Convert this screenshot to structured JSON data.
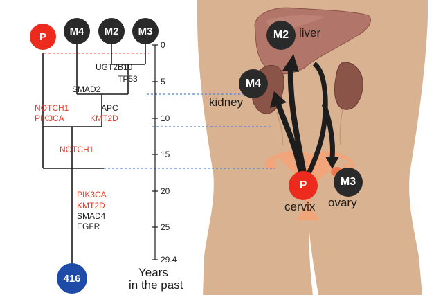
{
  "colors": {
    "body": "#d9b391",
    "red": "#ec2a1e",
    "dark": "#2a2a2a",
    "blue": "#1e4aa8",
    "gene_red": "#e53b2a",
    "dashed_red": "#f07070",
    "dashed_blue": "#5b7fc9"
  },
  "tree": {
    "nodes": {
      "p": "P",
      "m4": "M4",
      "m2": "M2",
      "m3": "M3",
      "root": "416"
    },
    "genes": {
      "ugt2b10": "UGT2B10",
      "tp53": "TP53",
      "smad2": "SMAD2",
      "apc": "APC",
      "kmt2d_m": "KMT2D",
      "notch1_a": "NOTCH1",
      "pik3ca_a": "PIK3CA",
      "notch1_b": "NOTCH1",
      "pik3ca_b": "PIK3CA",
      "kmt2d_b": "KMT2D",
      "smad4": "SMAD4",
      "egfr": "EGFR"
    }
  },
  "axis": {
    "ticks": [
      "0",
      "5",
      "10",
      "15",
      "20",
      "25",
      "29.4"
    ],
    "label_line1": "Years",
    "label_line2": "in the past"
  },
  "anatomy": {
    "liver_node": "M2",
    "liver_label": "liver",
    "kidney_node": "M4",
    "kidney_label": "kidney",
    "cervix_node": "P",
    "cervix_label": "cervix",
    "ovary_node": "M3",
    "ovary_label": "ovary"
  }
}
